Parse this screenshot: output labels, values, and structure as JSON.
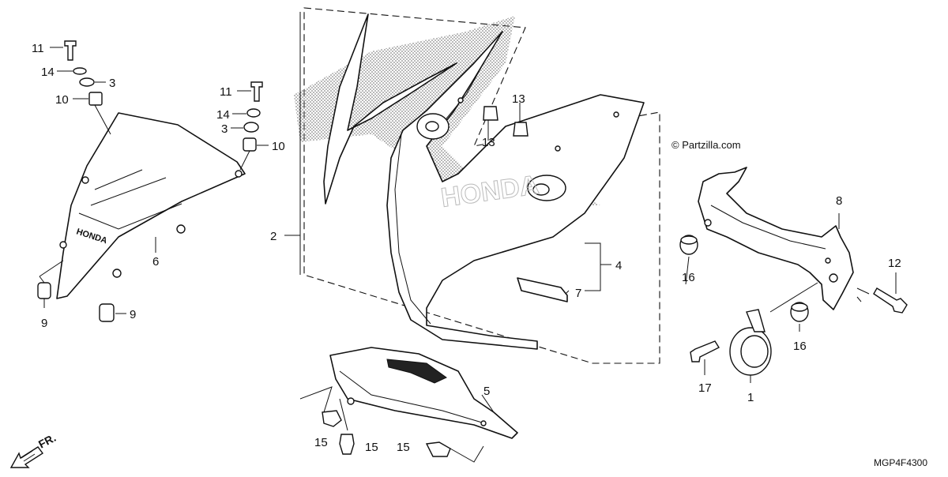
{
  "diagram": {
    "parts": {
      "p1": "1",
      "p2": "2",
      "p3a": "3",
      "p3b": "3",
      "p4": "4",
      "p5": "5",
      "p6": "6",
      "p7": "7",
      "p8": "8",
      "p9a": "9",
      "p9b": "9",
      "p10a": "10",
      "p10b": "10",
      "p11a": "11",
      "p11b": "11",
      "p12": "12",
      "p13a": "13",
      "p13b": "13",
      "p14a": "14",
      "p14b": "14",
      "p15a": "15",
      "p15b": "15",
      "p15c": "15",
      "p16a": "16",
      "p16b": "16",
      "p17": "17"
    },
    "brand_text": "HONDA",
    "front_arrow_label": "FR.",
    "watermark": "© Partzilla.com",
    "diagram_code": "MGP4F4300"
  }
}
